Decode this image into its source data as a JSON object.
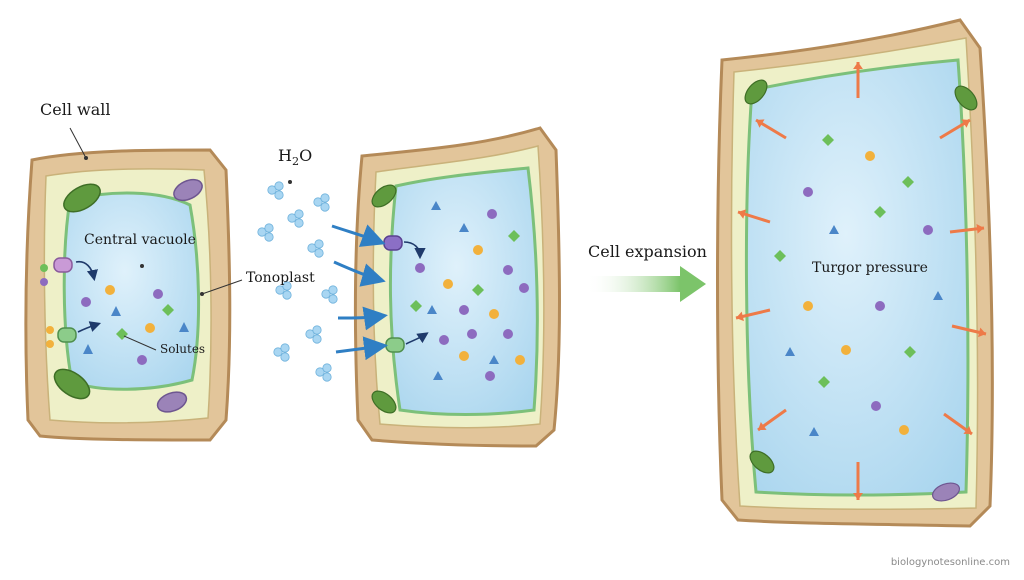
{
  "labels": {
    "cell_wall": "Cell wall",
    "central_vacuole": "Central vacuole",
    "tonoplast": "Tonoplast",
    "solutes": "Solutes",
    "water_main": "H",
    "water_sub": "2",
    "water_tail": "O",
    "cell_expansion": "Cell expansion",
    "turgor_pressure": "Turgor pressure"
  },
  "credit": "biologynotesonline.com",
  "colors": {
    "cell_wall_fill": "#e2c59a",
    "cell_wall_edge": "#b48a58",
    "cytoplasm": "#eef0c8",
    "membrane_green": "#7cc07a",
    "vacuole": "#bfe2f4",
    "vacuole_edge": "#8cc4e0",
    "water_molecule": "#a9d6f2",
    "inflow_arrow": "#2f7fc4",
    "expansion_arrow": "#8fcf7a",
    "turgor_arrow": "#ee7a48",
    "solute_purple": "#8d6bbf",
    "solute_orange": "#f2b13c",
    "solute_green": "#6dbf5a",
    "solute_blue": "#4a86c8",
    "chloroplast": "#5f9a3e",
    "mitochondrion": "#9b83b8"
  }
}
